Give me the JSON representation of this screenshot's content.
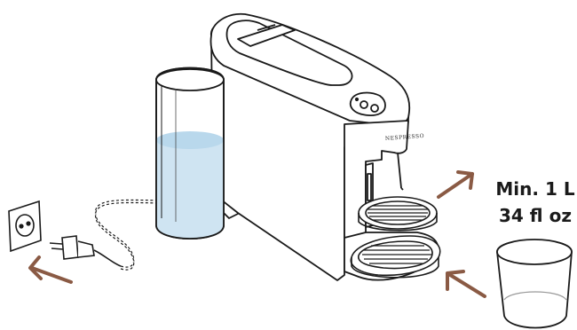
{
  "brand": "NESPRESSO",
  "capacity": {
    "line1": "Min. 1 L",
    "line2": "34 fl oz"
  },
  "colors": {
    "arrow": "#8a5a44",
    "outline": "#1a1a1a",
    "water": "#cfe4f2"
  }
}
